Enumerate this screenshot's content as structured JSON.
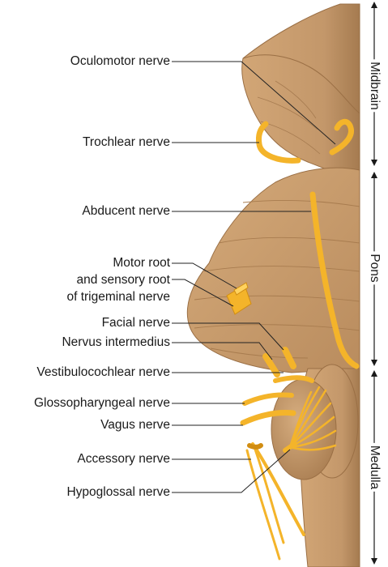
{
  "labels": {
    "oculomotor": "Oculomotor nerve",
    "trochlear": "Trochlear nerve",
    "abducent": "Abducent nerve",
    "trigeminal_line1": "Motor root",
    "trigeminal_line2": "and sensory root",
    "trigeminal_line3": "of trigeminal nerve",
    "facial": "Facial nerve",
    "intermedius": "Nervus intermedius",
    "vestibulocochlear": "Vestibulocochlear nerve",
    "glossopharyngeal": "Glossopharyngeal nerve",
    "vagus": "Vagus nerve",
    "accessory": "Accessory nerve",
    "hypoglossal": "Hypoglossal nerve"
  },
  "regions": {
    "midbrain": "Midbrain",
    "pons": "Pons",
    "medulla": "Medulla"
  },
  "colors": {
    "brainstem": "#c79c6a",
    "brainstem_shadow": "#a87c4f",
    "nerve": "#f4b42a",
    "nerve_light": "#ffd25e",
    "leader_line": "#222222"
  }
}
